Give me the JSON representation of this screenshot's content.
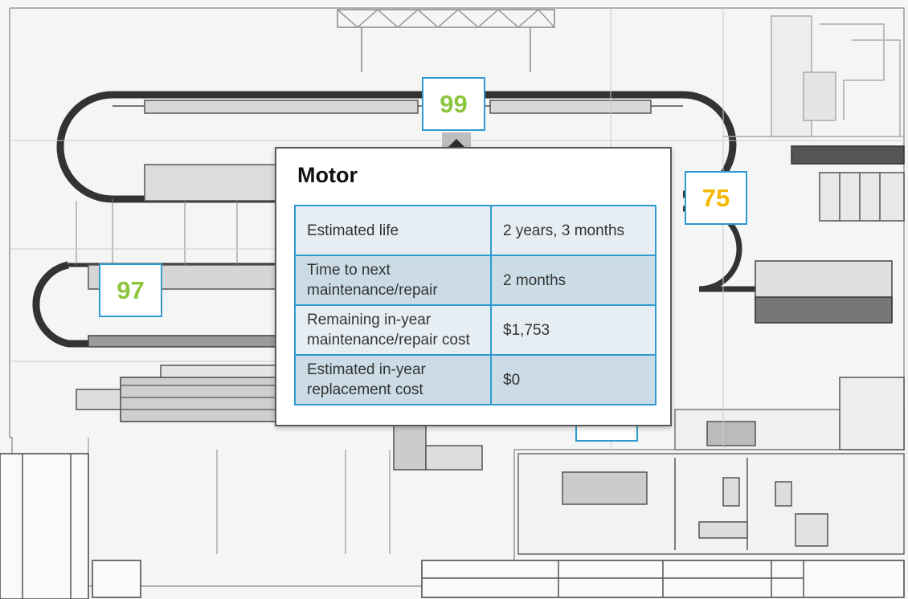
{
  "markers": {
    "m99": {
      "value": "99",
      "color": "#8cc63f"
    },
    "m97": {
      "value": "97",
      "color": "#8cc63f"
    },
    "m75": {
      "value": "75",
      "color": "#f5b800"
    }
  },
  "popup": {
    "title": "Motor",
    "rows": [
      {
        "label": "Estimated life",
        "value": "2 years, 3 months"
      },
      {
        "label": "Time to next maintenance/repair",
        "value": "2 months"
      },
      {
        "label": "Remaining in-year maintenance/repair cost",
        "value": "$1,753"
      },
      {
        "label": "Estimated in-year replacement cost",
        "value": "$0"
      }
    ]
  },
  "colors": {
    "accent": "#2e9ad0",
    "good": "#8cc63f",
    "warning": "#f5b800"
  }
}
